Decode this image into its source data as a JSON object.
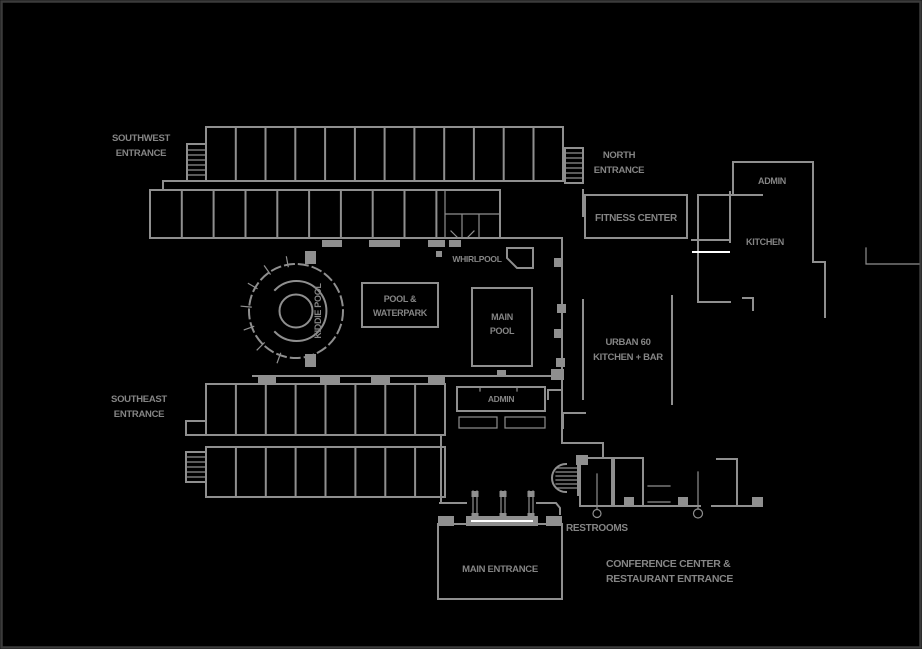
{
  "colors": {
    "background": "#000000",
    "frame": "#3b3b3b",
    "wall": "#8f8f8f",
    "text": "#858585",
    "highlight": "#ffffff"
  },
  "labels": {
    "southwest_entrance": [
      "SOUTHWEST",
      "ENTRANCE"
    ],
    "north_entrance": [
      "NORTH",
      "ENTRANCE"
    ],
    "southeast_entrance": [
      "SOUTHEAST",
      "ENTRANCE"
    ],
    "fitness_center": "FITNESS CENTER",
    "admin_north": "ADMIN",
    "kitchen": "KITCHEN",
    "whirlpool": "WHIRLPOOL",
    "pool_waterpark": [
      "POOL &",
      "WATERPARK"
    ],
    "main_pool": [
      "MAIN",
      "POOL"
    ],
    "kiddie_pool": "KIDDIE POOL",
    "urban_60": [
      "URBAN 60",
      "KITCHEN + BAR"
    ],
    "admin_pool": "ADMIN",
    "restrooms": "RESTROOMS",
    "main_entrance": "MAIN ENTRANCE",
    "conference": [
      "CONFERENCE CENTER &",
      "RESTAURANT ENTRANCE"
    ]
  }
}
